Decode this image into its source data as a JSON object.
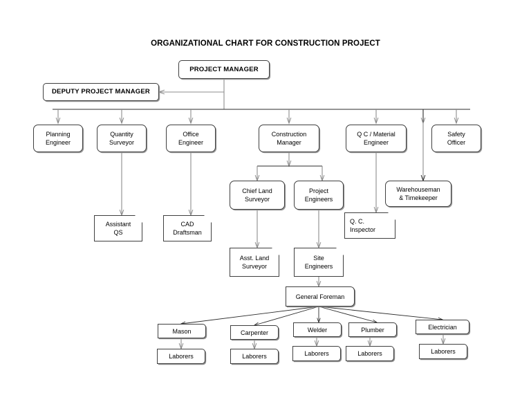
{
  "title": "ORGANIZATIONAL CHART FOR CONSTRUCTION PROJECT",
  "colors": {
    "box_border": "#3f3f3f",
    "shadow": "#9a9a9a",
    "connector_gray": "#8d8d8d",
    "connector_dark": "#2b2b2b",
    "background": "#ffffff",
    "text": "#000000"
  },
  "chart_data": {
    "type": "diagram",
    "diagram_kind": "organizational-chart",
    "title": "ORGANIZATIONAL CHART FOR CONSTRUCTION PROJECT",
    "levels": [
      [
        "Project Manager"
      ],
      [
        "Deputy Project Manager"
      ],
      [
        "Planning Engineer",
        "Quantity Surveyor",
        "Office Engineer",
        "Construction Manager",
        "Q C / Material Engineer",
        "Safety Officer"
      ],
      [
        "Chief Land Surveyor",
        "Project Engineers",
        "Warehouseman & Timekeeper",
        "Assistant QS",
        "CAD Draftsman",
        "Q. C. Inspector"
      ],
      [
        "Asst. Land Surveyor",
        "Site Engineers"
      ],
      [
        "General Foreman"
      ],
      [
        "Mason",
        "Carpenter",
        "Welder",
        "Plumber",
        "Electrician"
      ],
      [
        "Laborers",
        "Laborers",
        "Laborers",
        "Laborers",
        "Laborers"
      ]
    ],
    "edges": [
      {
        "from": "Project Manager",
        "to": "Deputy Project Manager"
      },
      {
        "from": "Project Manager",
        "to": "Planning Engineer"
      },
      {
        "from": "Project Manager",
        "to": "Quantity Surveyor"
      },
      {
        "from": "Project Manager",
        "to": "Office Engineer"
      },
      {
        "from": "Project Manager",
        "to": "Construction Manager"
      },
      {
        "from": "Project Manager",
        "to": "Q C / Material Engineer"
      },
      {
        "from": "Project Manager",
        "to": "Warehouseman & Timekeeper"
      },
      {
        "from": "Project Manager",
        "to": "Safety Officer"
      },
      {
        "from": "Quantity Surveyor",
        "to": "Assistant QS"
      },
      {
        "from": "Office Engineer",
        "to": "CAD Draftsman"
      },
      {
        "from": "Construction Manager",
        "to": "Chief Land Surveyor"
      },
      {
        "from": "Construction Manager",
        "to": "Project Engineers"
      },
      {
        "from": "Q C / Material Engineer",
        "to": "Q. C. Inspector"
      },
      {
        "from": "Chief Land Surveyor",
        "to": "Asst. Land Surveyor"
      },
      {
        "from": "Project Engineers",
        "to": "Site Engineers"
      },
      {
        "from": "Site Engineers",
        "to": "General Foreman"
      },
      {
        "from": "General Foreman",
        "to": "Mason"
      },
      {
        "from": "General Foreman",
        "to": "Carpenter"
      },
      {
        "from": "General Foreman",
        "to": "Welder"
      },
      {
        "from": "General Foreman",
        "to": "Plumber"
      },
      {
        "from": "General Foreman",
        "to": "Electrician"
      },
      {
        "from": "Mason",
        "to": "Laborers"
      },
      {
        "from": "Carpenter",
        "to": "Laborers"
      },
      {
        "from": "Welder",
        "to": "Laborers"
      },
      {
        "from": "Plumber",
        "to": "Laborers"
      },
      {
        "from": "Electrician",
        "to": "Laborers"
      }
    ]
  },
  "nodes": {
    "project_manager": "PROJECT MANAGER",
    "deputy_project_manager": "DEPUTY PROJECT MANAGER",
    "planning_engineer": "Planning\nEngineer",
    "quantity_surveyor": "Quantity\nSurveyor",
    "office_engineer": "Office\nEngineer",
    "construction_manager": "Construction\nManager",
    "qc_material_engineer": "Q C / Material\nEngineer",
    "safety_officer": "Safety\nOfficer",
    "assistant_qs": "Assistant\nQS",
    "cad_draftsman": "CAD\nDraftsman",
    "chief_land_surveyor": "Chief Land\nSurveyor",
    "project_engineers": "Project\nEngineers",
    "warehouseman_timekeeper": "Warehouseman\n& Timekeeper",
    "qc_inspector": "Q. C.\nInspector",
    "asst_land_surveyor": "Asst. Land\nSurveyor",
    "site_engineers": "Site\nEngineers",
    "general_foreman": "General Foreman",
    "mason": "Mason",
    "carpenter": "Carpenter",
    "welder": "Welder",
    "plumber": "Plumber",
    "electrician": "Electrician",
    "laborers_mason": "Laborers",
    "laborers_carpenter": "Laborers",
    "laborers_welder": "Laborers",
    "laborers_plumber": "Laborers",
    "laborers_electrician": "Laborers"
  }
}
